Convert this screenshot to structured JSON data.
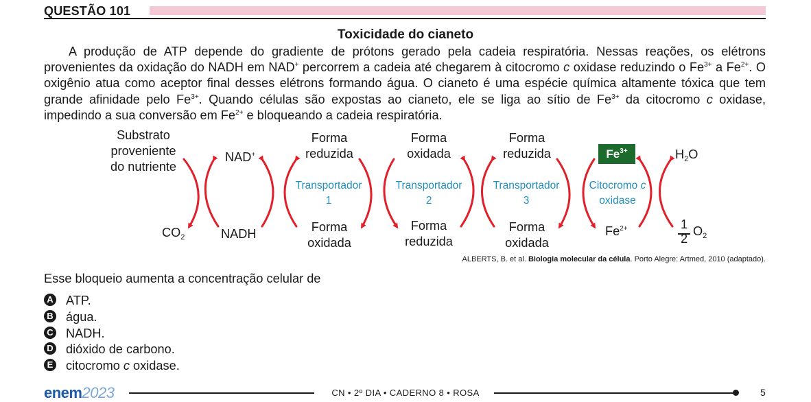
{
  "header": {
    "question": "QUESTÃO 101"
  },
  "title": "Toxicidade do cianeto",
  "paragraph": {
    "t1": "A produção de ATP depende do gradiente de prótons gerado pela cadeia respiratória. Nessas reações, os elétrons provenientes da oxidação do NADH em NAD",
    "sup_plus": "+",
    "t2": " percorrem a cadeia até chegarem à citocromo ",
    "c": "c",
    "t3": " oxidase reduzindo o Fe",
    "sup_3plus": "3+",
    "t4": " a Fe",
    "sup_2plus": "2+",
    "t5": ". O oxigênio atua como aceptor final desses elétrons formando água. O cianeto é uma espécie química altamente tóxica que tem grande afinidade pelo Fe",
    "t6": ". Quando células são expostas ao cianeto, ele se liga ao sítio de Fe",
    "t7": " da citocromo ",
    "t8": " oxidase, impedindo a sua conversão em Fe",
    "t9": " e bloqueando a cadeia respiratória."
  },
  "diagram": {
    "substrate": [
      "Substrato",
      "proveniente",
      "do nutriente"
    ],
    "nad": "NAD",
    "plus": "+",
    "co": "CO",
    "two": "2",
    "nadh": "NADH",
    "forma": "Forma",
    "reduzida": "reduzida",
    "oxidada": "oxidada",
    "transportador": "Transportador",
    "t1": "1",
    "t2": "2",
    "t3": "3",
    "citocromo": "Citocromo",
    "c": "c",
    "oxidase": "oxidase",
    "fe": "Fe",
    "fe3": "3+",
    "fe2": "2+",
    "h": "H",
    "o": "O",
    "one": "1",
    "arrow_color": "#e0202a",
    "fe3_box_color": "#1c6b2c",
    "label_blue": "#1f8fc0"
  },
  "reference": {
    "authors": "ALBERTS, B. et al. ",
    "book": "Biologia molecular da célula",
    "rest": ". Porto Alegre: Artmed, 2010 (adaptado)."
  },
  "stem": "Esse bloqueio aumenta a concentração celular de",
  "options": [
    {
      "letter": "A",
      "pre": "ATP.",
      "ital": "",
      "post": ""
    },
    {
      "letter": "B",
      "pre": "água.",
      "ital": "",
      "post": ""
    },
    {
      "letter": "C",
      "pre": "NADH.",
      "ital": "",
      "post": ""
    },
    {
      "letter": "D",
      "pre": "dióxido de carbono.",
      "ital": "",
      "post": ""
    },
    {
      "letter": "E",
      "pre": "citocromo ",
      "ital": "c",
      "post": " oxidase."
    }
  ],
  "footer": {
    "logo": "enem",
    "year": "2023",
    "center": "CN • 2º DIA • CADERNO 8 • ROSA",
    "page": "5"
  }
}
